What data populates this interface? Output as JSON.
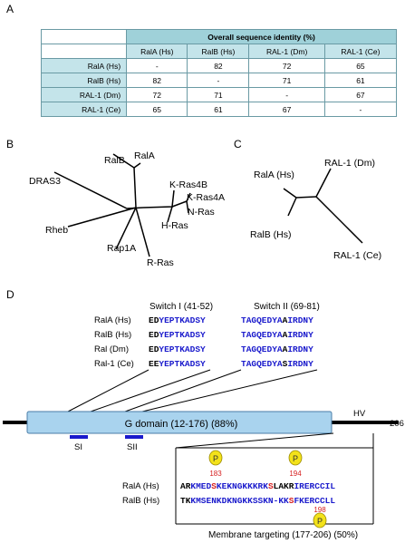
{
  "panels": {
    "a": "A",
    "b": "B",
    "c": "C",
    "d": "D"
  },
  "table": {
    "title": "Overall sequence identity (%)",
    "columns": [
      "RalA (Hs)",
      "RalB (Hs)",
      "RAL-1 (Dm)",
      "RAL-1 (Ce)"
    ],
    "rows": [
      {
        "label": "RalA (Hs)",
        "values": [
          "-",
          "82",
          "72",
          "65"
        ]
      },
      {
        "label": "RalB (Hs)",
        "values": [
          "82",
          "-",
          "71",
          "61"
        ]
      },
      {
        "label": "RAL-1 (Dm)",
        "values": [
          "72",
          "71",
          "-",
          "67"
        ]
      },
      {
        "label": "RAL-1 (Ce)",
        "values": [
          "65",
          "61",
          "67",
          "-"
        ]
      }
    ]
  },
  "tree_b": {
    "labels": [
      "RalB",
      "RalA",
      "DRAS3",
      "K-Ras4B",
      "K-Ras4A",
      "N-Ras",
      "H-Ras",
      "Rheb",
      "Rap1A",
      "R-Ras"
    ]
  },
  "tree_c": {
    "labels": [
      "RalA (Hs)",
      "RAL-1 (Dm)",
      "RalB (Hs)",
      "RAL-1 (Ce)"
    ]
  },
  "switches": {
    "switch1_title": "Switch I (41-52)",
    "switch2_title": "Switch II (69-81)",
    "rows": [
      {
        "label": "RalA (Hs)",
        "s1_first": "ED",
        "s1_rest": "YEPTKADSY",
        "s2_a": "TAGQEDYA",
        "s2_b": "A",
        "s2_c": "IRDNY"
      },
      {
        "label": "RalB (Hs)",
        "s1_first": "ED",
        "s1_rest": "YEPTKADSY",
        "s2_a": "TAGQEDYA",
        "s2_b": "A",
        "s2_c": "IRDNY"
      },
      {
        "label": "Ral (Dm)",
        "s1_first": "ED",
        "s1_rest": "YEPTKADSY",
        "s2_a": "TAGQEDYA",
        "s2_b": "A",
        "s2_c": "IRDNY"
      },
      {
        "label": "Ral-1 (Ce)",
        "s1_first": "EE",
        "s1_rest": "YEPTKADSY",
        "s2_a": "TAGQEDYA",
        "s2_b": "S",
        "s2_c": "IRDNY"
      }
    ]
  },
  "domain": {
    "g_domain": "G domain (12-176) (88%)",
    "hv": "HV",
    "end": "206",
    "si": "SI",
    "sii": "SII",
    "membrane": "Membrane targeting (177-206) (50%)"
  },
  "tail": {
    "p": "P",
    "site_183": "183",
    "site_194": "194",
    "site_198": "198",
    "rala_label": "RalA (Hs)",
    "rala_seg": [
      "AR",
      "KMED",
      "S",
      "KEKNGKKKRK",
      "S",
      "LAKR",
      "IRERCCIL"
    ],
    "ralb_label": "RalB (Hs)",
    "ralb_seg": [
      "TK",
      "KMSENKDKNGKKSSKN-KK",
      "S",
      "FKERCCLL"
    ]
  },
  "colors": {
    "blue": "#1a1acc",
    "red": "#d62020",
    "gdomain": "#a9d3ee",
    "phospho": "#f3e21a"
  }
}
